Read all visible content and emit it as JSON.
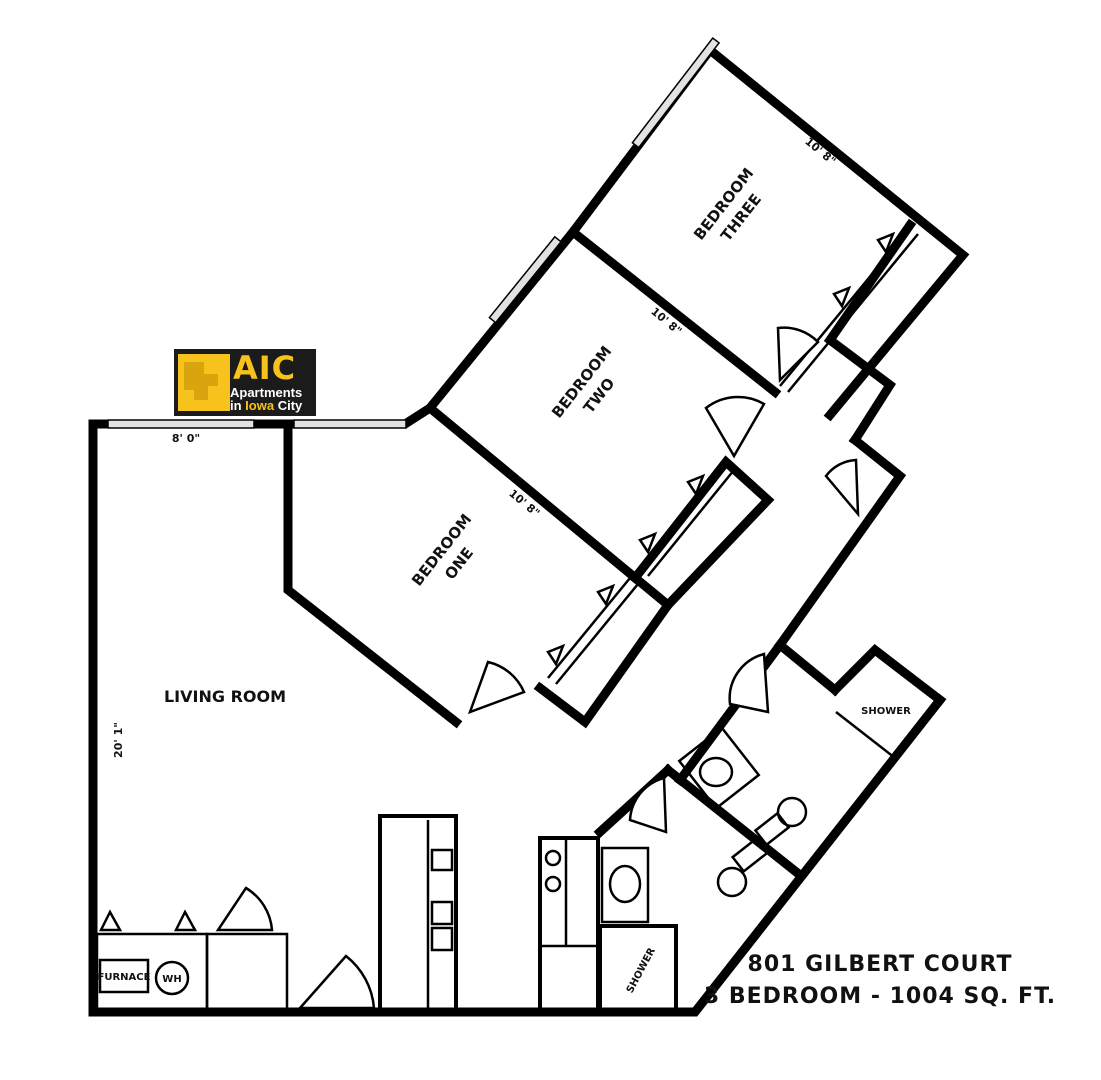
{
  "logo": {
    "abbr": "AIC",
    "line1": "Apartments",
    "line2_prefix": "in ",
    "line2_highlight": "Iowa",
    "line2_suffix": " City",
    "brand_color": "#f7c21c",
    "background_color": "#1b1b1b"
  },
  "rooms": {
    "living_room": "LIVING ROOM",
    "bedroom_one": [
      "BEDROOM",
      "ONE"
    ],
    "bedroom_two": [
      "BEDROOM",
      "TWO"
    ],
    "bedroom_three": [
      "BEDROOM",
      "THREE"
    ],
    "shower_upper": "SHOWER",
    "shower_lower": "SHOWER"
  },
  "fixtures": {
    "furnace": "FURNACE",
    "water_heater": "WH"
  },
  "dimensions": {
    "living_width": "8' 0\"",
    "living_height": "20' 1\"",
    "bedroom_one": "10' 8\"",
    "bedroom_two": "10' 8\"",
    "bedroom_three": "10' 8\""
  },
  "caption": {
    "address": "801 GILBERT COURT",
    "summary": "3 BEDROOM - 1004 SQ. FT."
  }
}
